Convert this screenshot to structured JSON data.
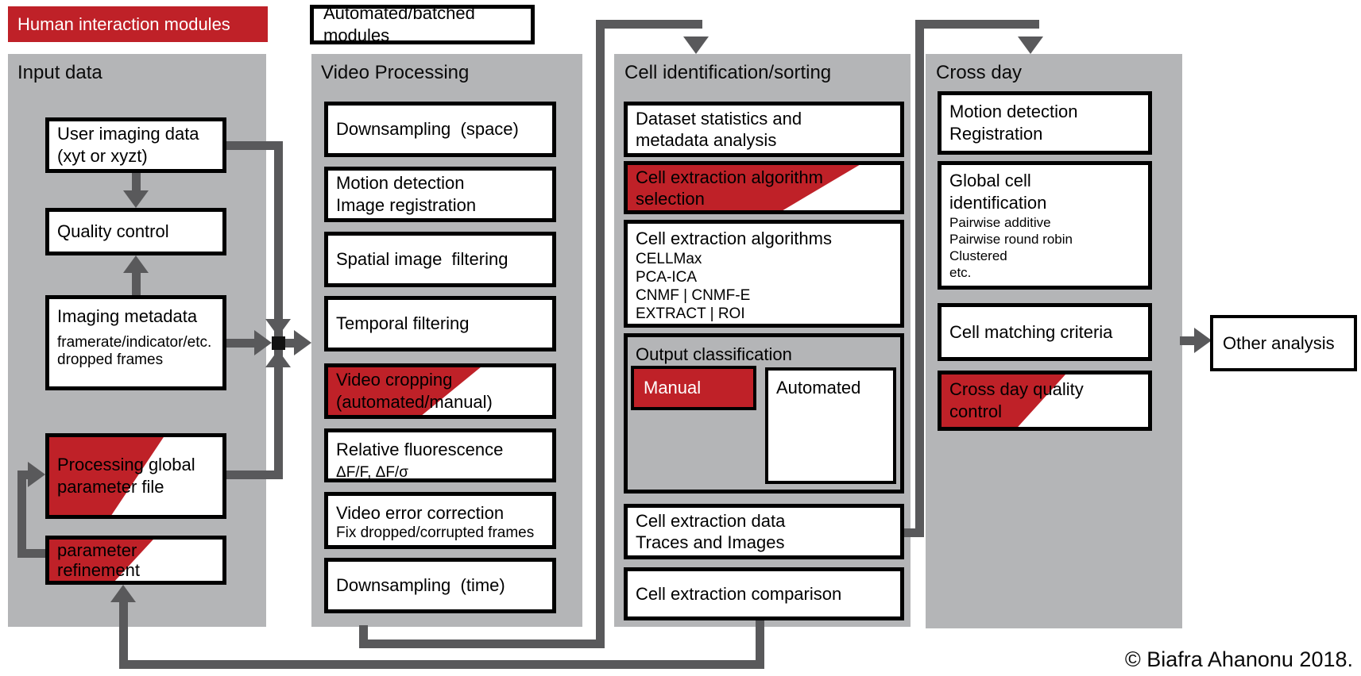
{
  "colors": {
    "accent_red": "#bf2128",
    "column_gray": "#b4b5b7",
    "connector_gray": "#59595b",
    "box_border": "#000000"
  },
  "legend": {
    "human": "Human interaction modules",
    "automated": "Automated/batched modules"
  },
  "input": {
    "title": "Input data",
    "user_imaging": [
      "User imaging data",
      "(xyt or xyzt)"
    ],
    "quality_control": "Quality control",
    "imaging_metadata": {
      "title": "Imaging metadata",
      "sub": [
        "framerate/indicator/etc.",
        "dropped frames"
      ]
    },
    "processing_global": [
      "Processing global",
      "parameter file"
    ],
    "parameter_refinement": [
      "parameter",
      "refinement"
    ]
  },
  "video": {
    "title": "Video Processing",
    "downsampling_space": "Downsampling  (space)",
    "motion_detection": [
      "Motion detection",
      "Image registration"
    ],
    "spatial_filtering": "Spatial image  filtering",
    "temporal_filtering": "Temporal filtering",
    "video_cropping": [
      "Video cropping",
      "(automated/manual)"
    ],
    "relative_fluorescence": {
      "title": "Relative fluorescence",
      "sub": "ΔF/F, ΔF/σ"
    },
    "video_error": {
      "title": "Video error correction",
      "sub": "Fix dropped/corrupted frames"
    },
    "downsampling_time": "Downsampling  (time)"
  },
  "cells": {
    "title": "Cell identification/sorting",
    "dataset_stats": [
      "Dataset statistics and",
      "metadata analysis"
    ],
    "algorithm_selection": [
      "Cell extraction algorithm",
      "selection"
    ],
    "algorithms": {
      "title": "Cell extraction algorithms",
      "sub": [
        "CELLMax",
        "PCA-ICA",
        "CNMF | CNMF-E",
        "EXTRACT | ROI"
      ]
    },
    "output_classification": {
      "title": "Output classification",
      "manual": "Manual",
      "automated": "Automated"
    },
    "extraction_data": [
      "Cell extraction data",
      "Traces and Images"
    ],
    "extraction_comparison": "Cell extraction comparison"
  },
  "crossday": {
    "title": "Cross day",
    "motion_registration": [
      "Motion detection",
      "Registration"
    ],
    "global_cell": {
      "title": [
        "Global cell",
        "identification"
      ],
      "sub": [
        "Pairwise additive",
        "Pairwise round robin",
        "Clustered",
        "etc."
      ]
    },
    "matching": "Cell matching criteria",
    "quality": [
      "Cross day quality",
      "control"
    ]
  },
  "other_analysis": "Other analysis",
  "copyright": "© Biafra Ahanonu 2018."
}
